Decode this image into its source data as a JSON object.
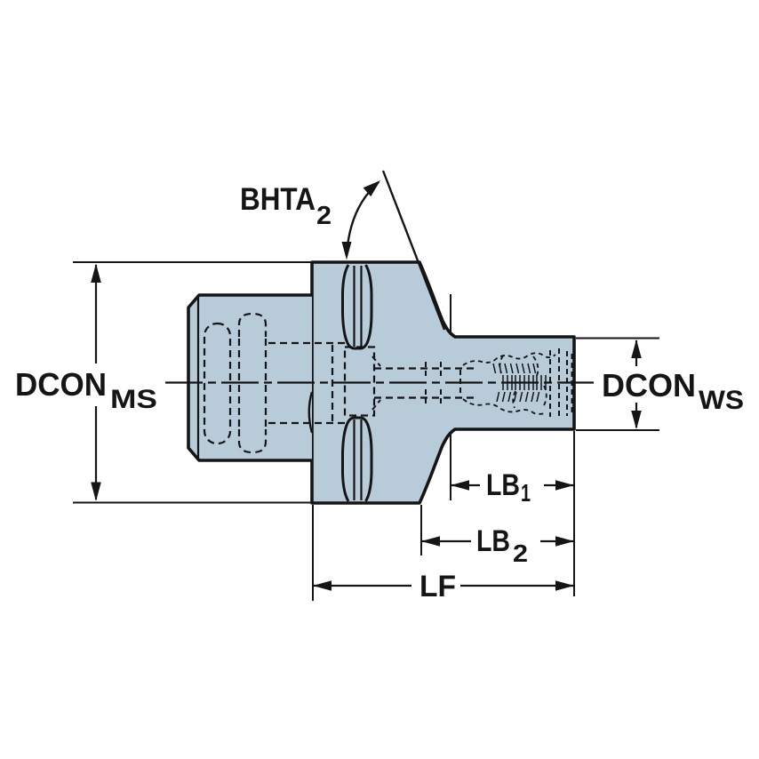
{
  "figure": {
    "type": "technical-dimension-drawing",
    "description": "Cross-section drawing of a tool holder adapter showing machine-side and workpiece-side coupling dimensions",
    "colors": {
      "part_fill": "#b7cbd8",
      "line": "#151515",
      "background": "#ffffff"
    },
    "labels": {
      "bhta2": {
        "main": "BHTA",
        "sub": "2"
      },
      "dcon_ms": {
        "main": "DCON",
        "sub": "MS"
      },
      "dcon_ws": {
        "main": "DCON",
        "sub": "WS"
      },
      "lb1": {
        "main": "LB",
        "sub": "1"
      },
      "lb2": {
        "main": "LB",
        "sub": "2"
      },
      "lf": {
        "main": "LF",
        "sub": ""
      }
    }
  }
}
